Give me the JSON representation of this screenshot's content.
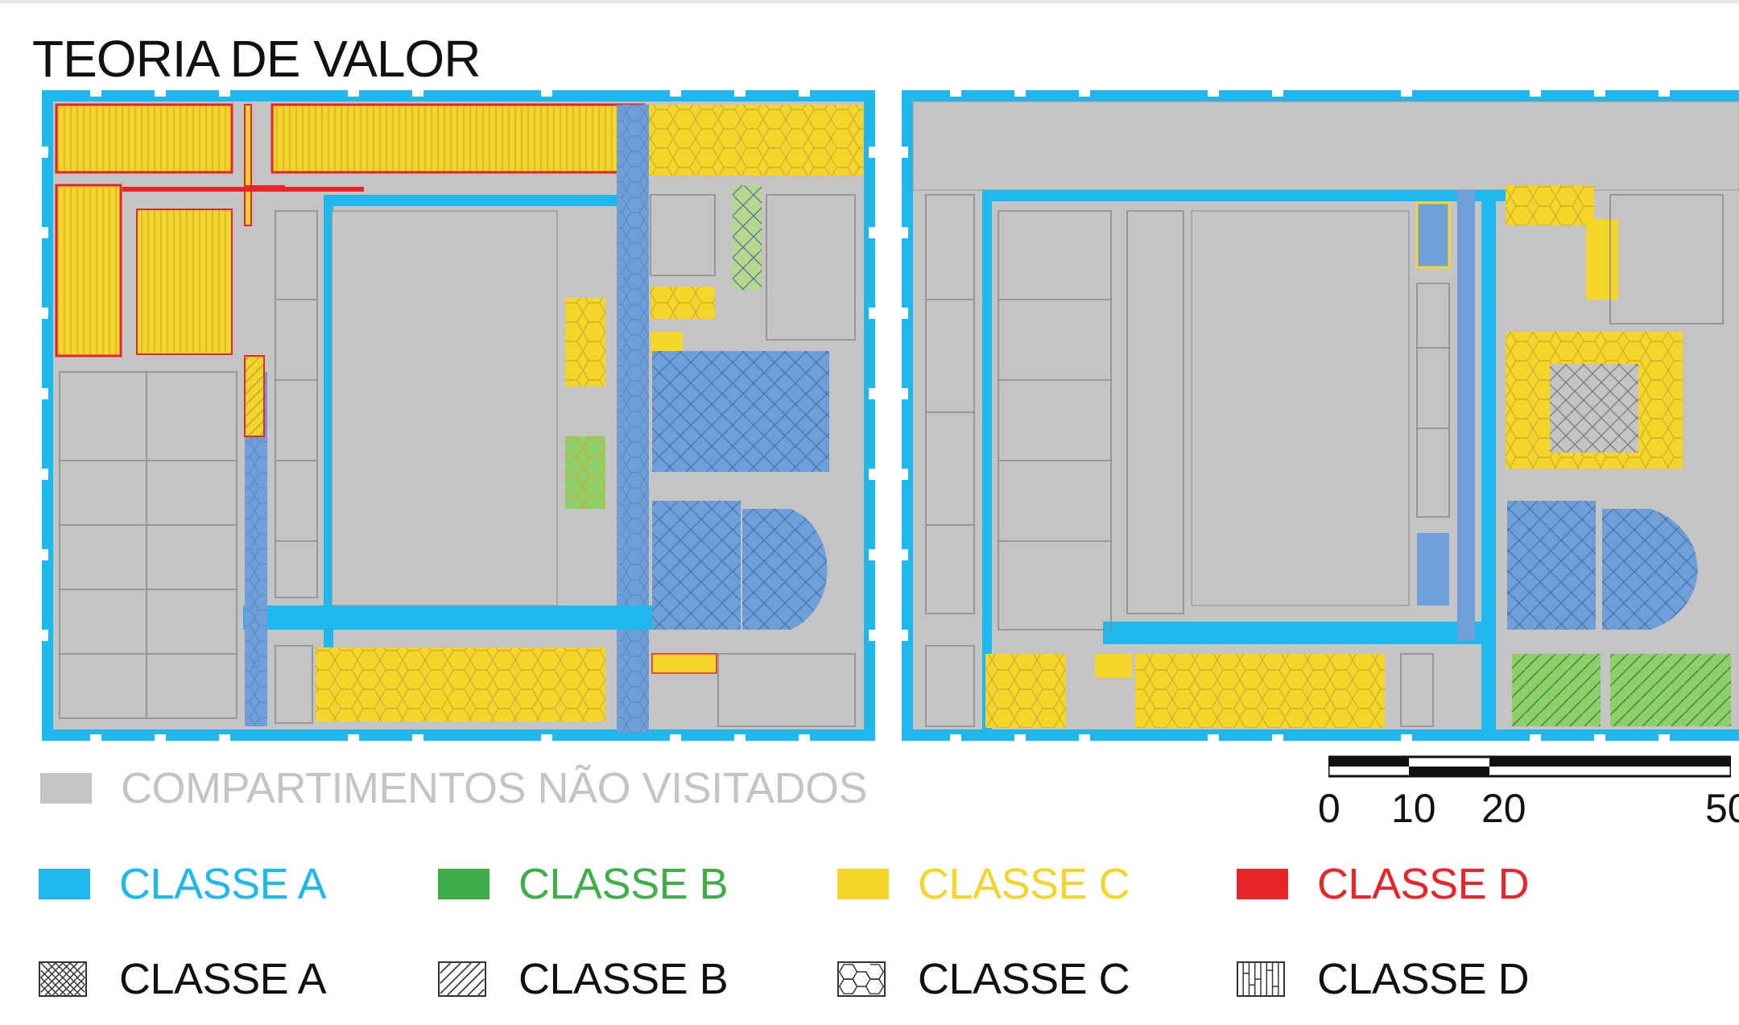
{
  "title": "TEORIA DE VALOR",
  "legend": {
    "not_visited": {
      "label": "COMPARTIMENTOS  NÃO VISITADOS",
      "color": "#c4c4c4"
    },
    "color_classes": [
      {
        "label": "CLASSE A",
        "color": "#1db8ec"
      },
      {
        "label": "CLASSE B",
        "color": "#3fae49"
      },
      {
        "label": "CLASSE C",
        "color": "#f6d52b"
      },
      {
        "label": "CLASSE D",
        "color": "#e8262a"
      }
    ],
    "pattern_classes": [
      {
        "label": "CLASSE A",
        "pattern": "crosshatch-icon"
      },
      {
        "label": "CLASSE B",
        "pattern": "diagonal-hatch-icon"
      },
      {
        "label": "CLASSE C",
        "pattern": "hexagon-pattern-icon"
      },
      {
        "label": "CLASSE D",
        "pattern": "vertical-lines-icon"
      }
    ]
  },
  "scale": {
    "ticks": [
      "0",
      "10",
      "20",
      "50"
    ]
  },
  "colors": {
    "class_a": "#1db8ec",
    "class_b": "#3fae49",
    "class_c": "#f6d52b",
    "class_d": "#e8262a",
    "not_visited": "#c4c4c4",
    "corridor_blue": "#6f9fd8"
  }
}
